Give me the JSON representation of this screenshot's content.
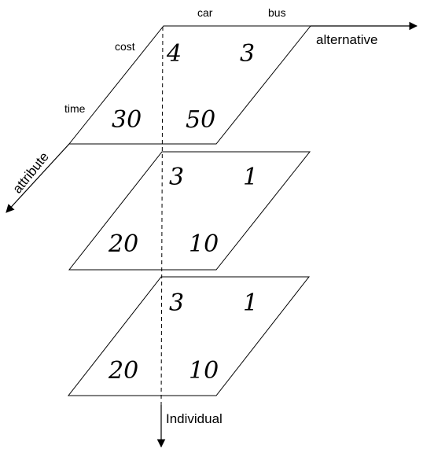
{
  "axes": {
    "alternative": "alternative",
    "attribute": "attribute",
    "individual": "Individual"
  },
  "alternatives": [
    "car",
    "bus"
  ],
  "attributes": [
    "cost",
    "time"
  ],
  "layers": [
    {
      "cost": [
        "4",
        "3"
      ],
      "time": [
        "30",
        "50"
      ]
    },
    {
      "cost": [
        "3",
        "1"
      ],
      "time": [
        "20",
        "10"
      ]
    },
    {
      "cost": [
        "3",
        "1"
      ],
      "time": [
        "20",
        "10"
      ]
    }
  ]
}
